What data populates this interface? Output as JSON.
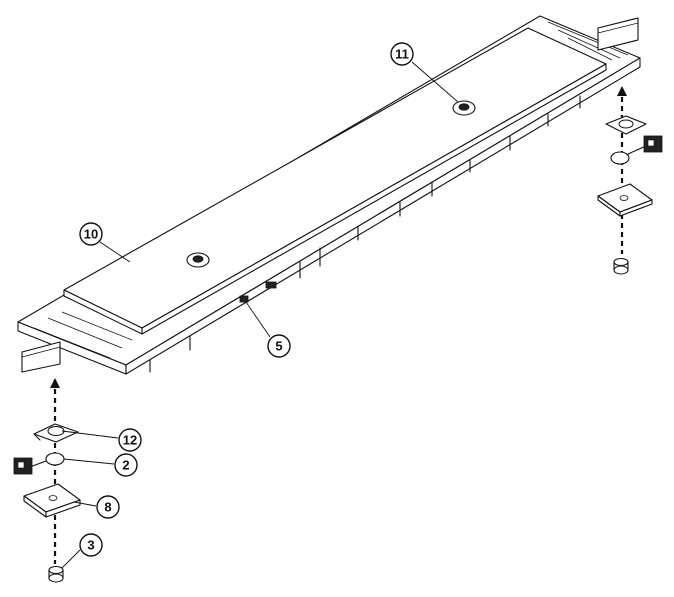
{
  "callouts": {
    "c11": "11",
    "c10": "10",
    "c5": "5",
    "c12": "12",
    "c2": "2",
    "c8": "8",
    "c3": "3"
  },
  "colors": {
    "line": "#111111",
    "background": "#ffffff"
  }
}
